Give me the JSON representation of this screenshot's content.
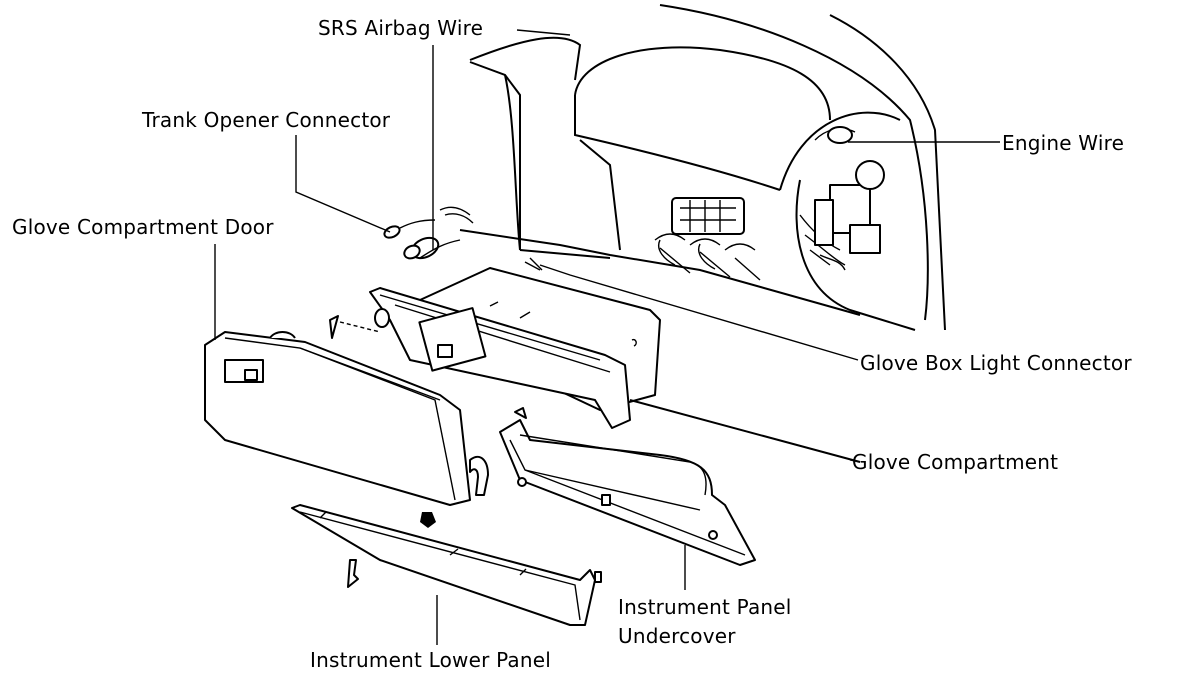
{
  "labels": {
    "srs_airbag_wire": "SRS Airbag Wire",
    "trank_opener_connector": "Trank Opener Connector",
    "glove_compartment_door": "Glove Compartment Door",
    "engine_wire": "Engine Wire",
    "glove_box_light_connector": "Glove Box Light Connector",
    "glove_compartment": "Glove Compartment",
    "instrument_panel_undercover_line1": "Instrument Panel",
    "instrument_panel_undercover_line2": "Undercover",
    "instrument_lower_panel": "Instrument Lower Panel"
  }
}
